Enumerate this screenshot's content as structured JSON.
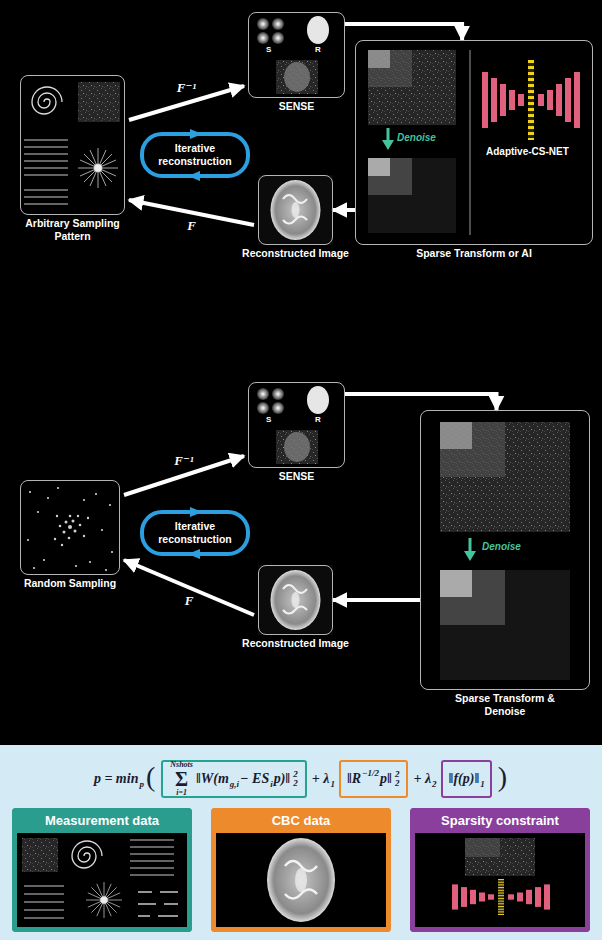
{
  "diagram": {
    "nodes": [
      {
        "text": [
          "Arbitrary Sampling Pattern"
        ]
      },
      {
        "text": [
          "SENSE"
        ]
      },
      {
        "text": [
          "Sparse Transform or AI"
        ]
      },
      {
        "text": [
          "Iterative reconstruction"
        ]
      },
      {
        "text": [
          "Reconstructed Image"
        ]
      },
      {
        "text": [
          "Random Sampling"
        ]
      },
      {
        "text": [
          "SENSE"
        ]
      },
      {
        "text": [
          "Sparse Transform & Denoise"
        ]
      },
      {
        "text": [
          "Iterative reconstruction"
        ]
      },
      {
        "text": [
          "Reconstructed Image"
        ]
      },
      {
        "text": [
          "Nshots",
          "Σ",
          "i=1",
          "‖W(m",
          "g,i",
          "− ES",
          "i",
          "p)‖",
          "2",
          "2"
        ]
      },
      {
        "text": [
          "‖R",
          "−1/2",
          "p‖",
          "2",
          "2"
        ]
      },
      {
        "text": [
          "‖f(p)‖",
          "1"
        ]
      },
      {
        "text": [
          "Measurement data"
        ]
      },
      {
        "text": [
          "CBC data"
        ]
      },
      {
        "text": [
          "Sparsity constraint"
        ]
      }
    ],
    "edges": [
      {
        "from": 0,
        "to": 1,
        "label": "F⁻¹",
        "arrow": "to"
      },
      {
        "from": 1,
        "to": 2,
        "arrow": "to"
      },
      {
        "from": 2,
        "to": 4,
        "arrow": "to"
      },
      {
        "from": 4,
        "to": 0,
        "label": "F",
        "arrow": "to"
      },
      {
        "from": 5,
        "to": 6,
        "label": "F⁻¹",
        "arrow": "to"
      },
      {
        "from": 6,
        "to": 7,
        "arrow": "to"
      },
      {
        "from": 7,
        "to": 9,
        "arrow": "to"
      },
      {
        "from": 9,
        "to": 5,
        "label": "F",
        "arrow": "to"
      }
    ],
    "labels": [
      "S",
      "R",
      "Denoise",
      "Adaptive-CS-NET",
      "S",
      "R",
      "Denoise",
      "p = min",
      "p",
      "(",
      "+ λ",
      "1",
      "+ λ",
      "2",
      ")"
    ]
  }
}
